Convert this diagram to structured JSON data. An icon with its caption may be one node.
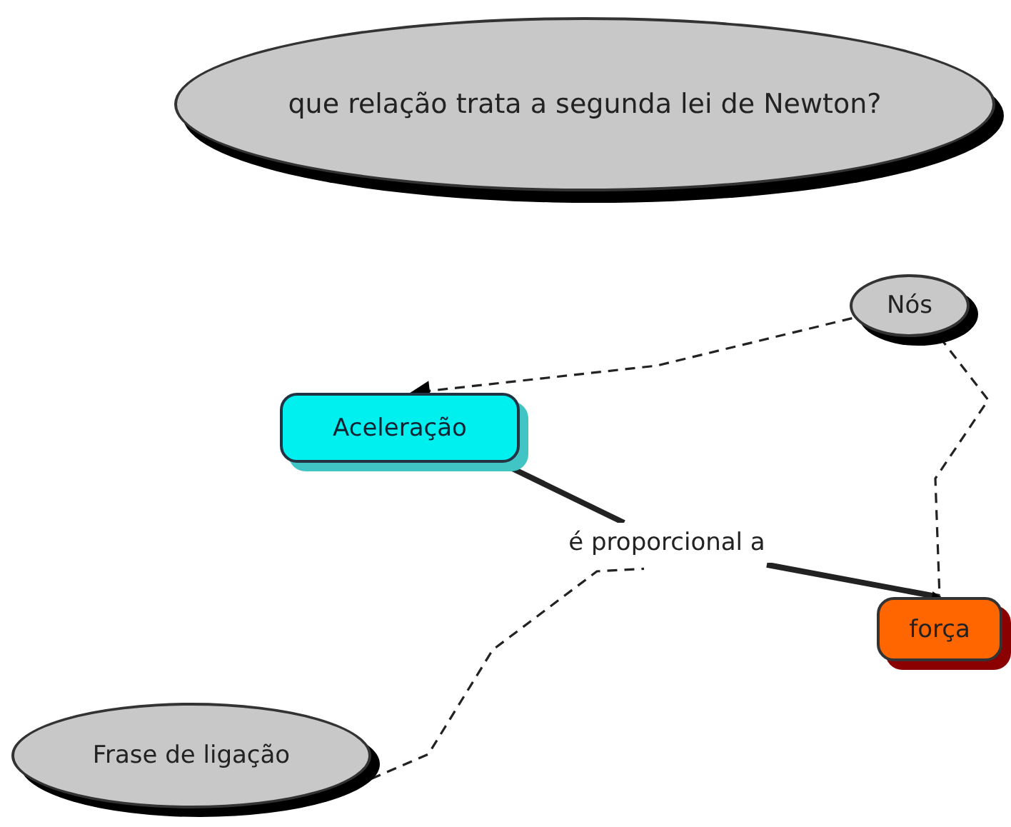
{
  "diagram": {
    "nodes": [
      {
        "text": [
          "que relação trata a segunda lei de Newton?"
        ]
      },
      {
        "text": [
          "Nós"
        ]
      },
      {
        "text": [
          "Aceleração"
        ]
      },
      {
        "text": [
          "é proporcional a"
        ]
      },
      {
        "text": [
          "força"
        ]
      },
      {
        "text": [
          "Frase de ligação"
        ]
      }
    ],
    "edges": [
      {
        "from": 1,
        "to": 2,
        "arrow": "to",
        "style": "dashed"
      },
      {
        "from": 1,
        "to": 4,
        "arrow": "none",
        "style": "dashed"
      },
      {
        "from": 2,
        "to": 3,
        "arrow": "none",
        "style": "thick"
      },
      {
        "from": 3,
        "to": 4,
        "arrow": "to",
        "style": "thick"
      },
      {
        "from": 5,
        "to": 3,
        "arrow": "none",
        "style": "dashed"
      }
    ]
  }
}
